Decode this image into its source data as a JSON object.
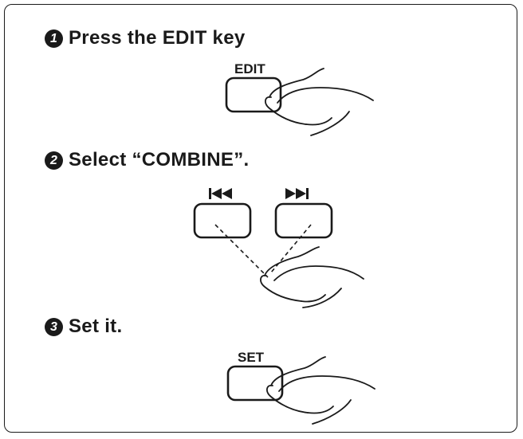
{
  "steps": [
    {
      "number": "1",
      "text": "Press the EDIT key",
      "key_label": "EDIT"
    },
    {
      "number": "2",
      "text": "Select “COMBINE”.",
      "icons": [
        "skip-back-icon",
        "skip-forward-icon"
      ]
    },
    {
      "number": "3",
      "text": "Set it.",
      "key_label": "SET"
    }
  ],
  "colors": {
    "ink": "#1a1a1a",
    "background": "#ffffff"
  }
}
